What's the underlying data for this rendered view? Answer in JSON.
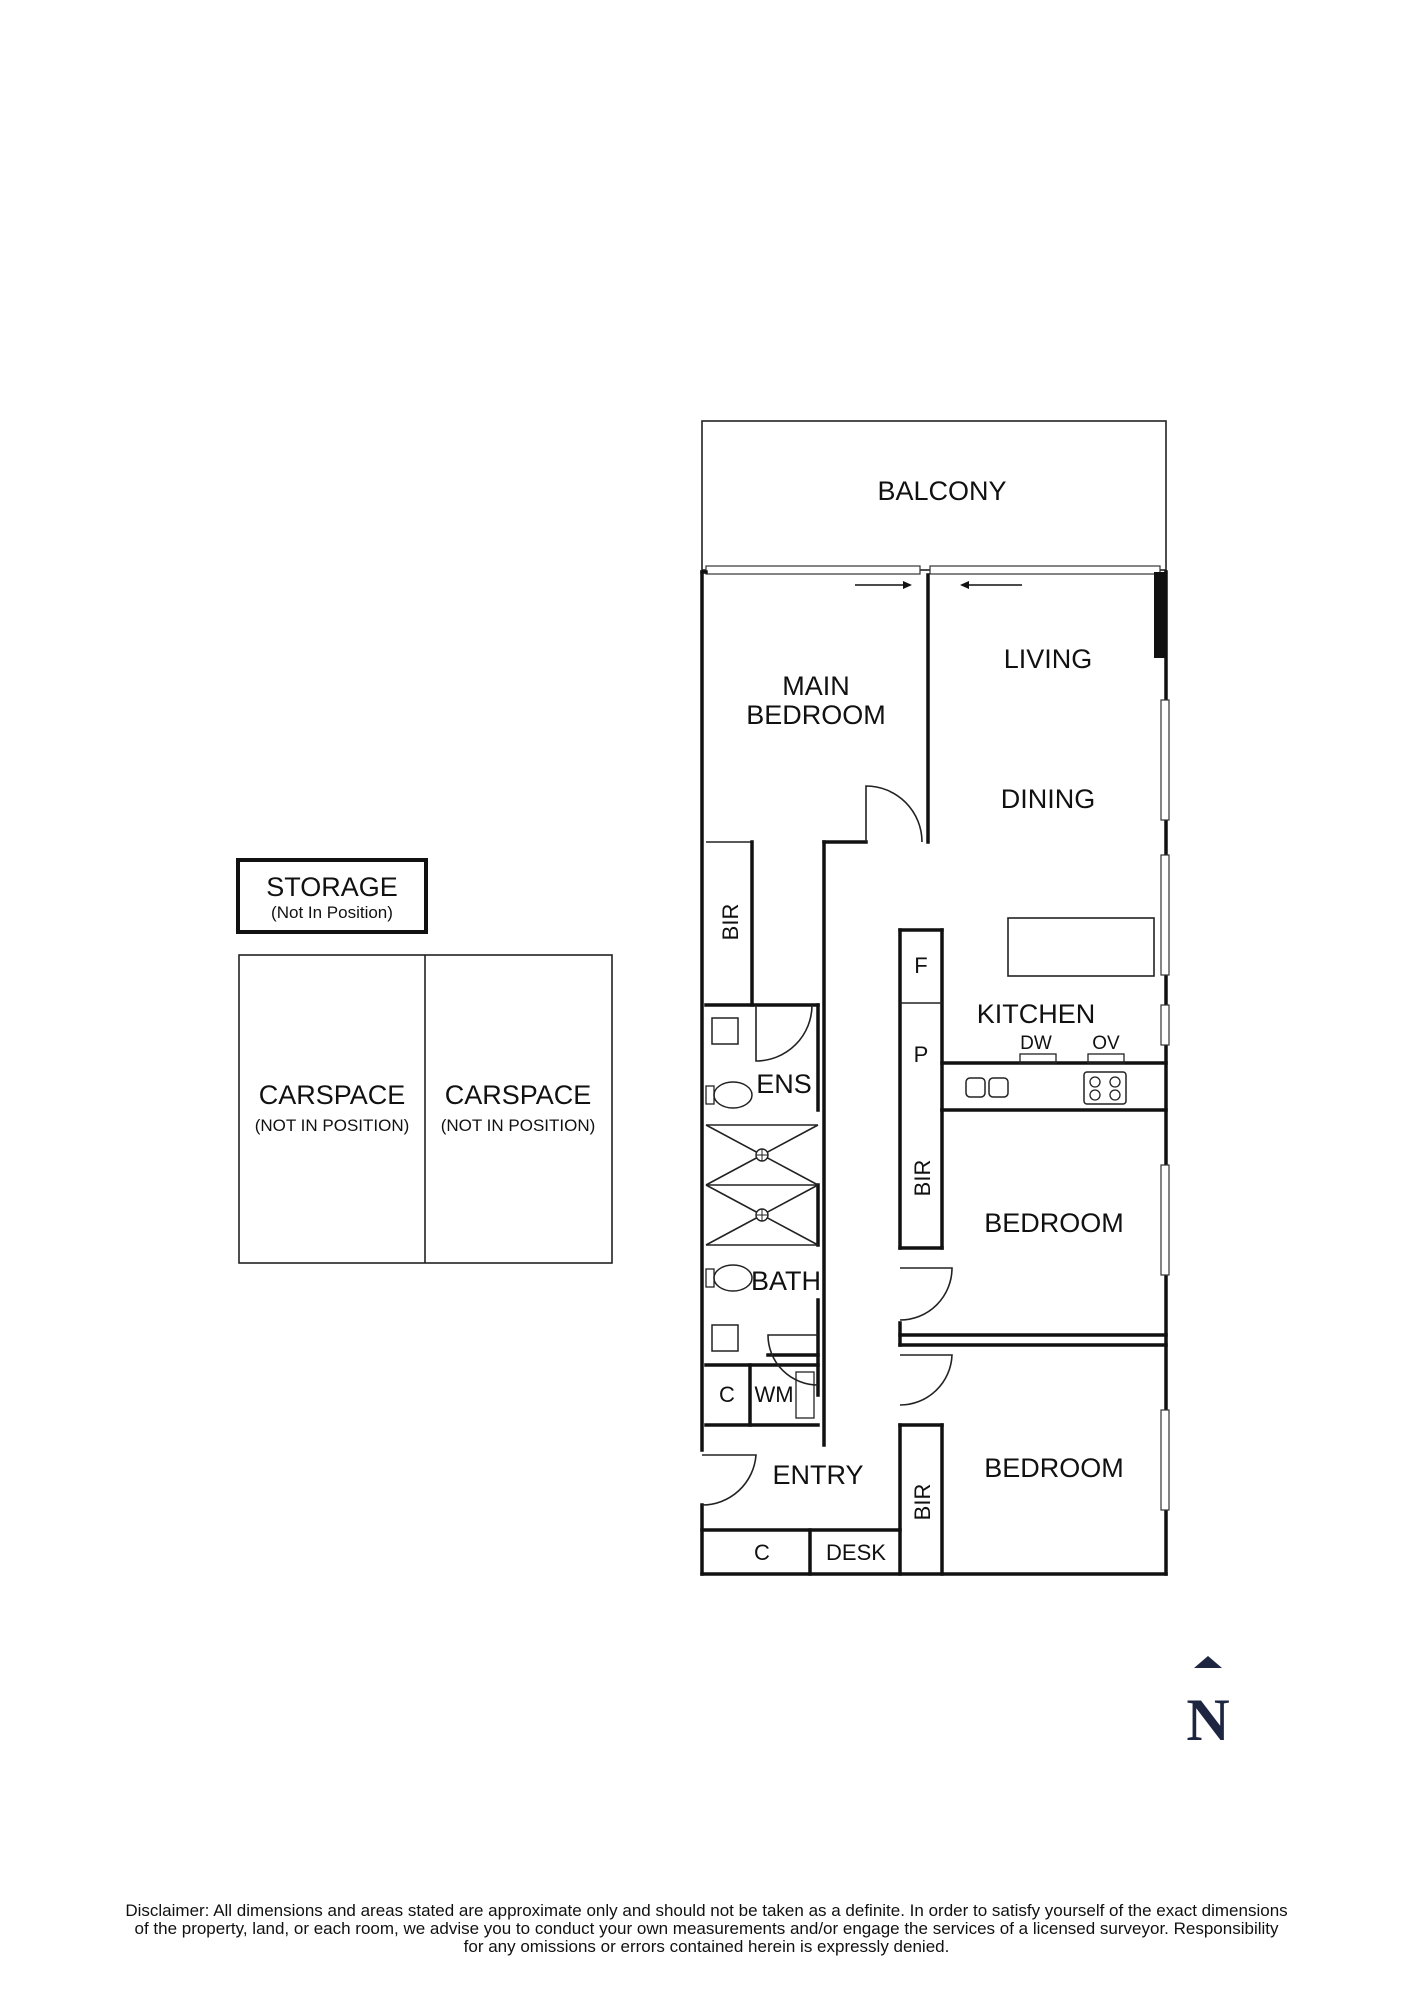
{
  "rooms": {
    "balcony": "BALCONY",
    "living": "LIVING",
    "dining": "DINING",
    "main_bedroom_line1": "MAIN",
    "main_bedroom_line2": "BEDROOM",
    "kitchen": "KITCHEN",
    "bedroom_2": "BEDROOM",
    "bedroom_3": "BEDROOM",
    "entry": "ENTRY",
    "ensuite": "ENS",
    "bath": "BATH"
  },
  "fixtures": {
    "bir_main": "BIR",
    "bir_bed2": "BIR",
    "bir_bed3": "BIR",
    "fridge": "F",
    "pantry": "P",
    "dishwasher": "DW",
    "oven": "OV",
    "cupboard_laundry": "C",
    "washing_machine": "WM",
    "cupboard_entry": "C",
    "desk": "DESK"
  },
  "outbuildings": {
    "storage_title": "STORAGE",
    "storage_note": "(Not In Position)",
    "carspace_1_title": "CARSPACE",
    "carspace_1_note": "(NOT IN POSITION)",
    "carspace_2_title": "CARSPACE",
    "carspace_2_note": "(NOT IN POSITION)"
  },
  "compass": {
    "label": "N",
    "icon": "north-arrow-icon"
  },
  "disclaimer": {
    "line1": "Disclaimer: All dimensions and areas stated are approximate only and should not be taken as a definite. In order to satisfy yourself of the exact dimensions",
    "line2": "of the property, land, or each room, we advise you to conduct your own measurements and/or engage the services of a licensed surveyor. Responsibility",
    "line3": "for any omissions or errors contained herein is expressly denied."
  },
  "colors": {
    "ink": "#111111",
    "compass": "#1d2540",
    "background": "#ffffff"
  }
}
